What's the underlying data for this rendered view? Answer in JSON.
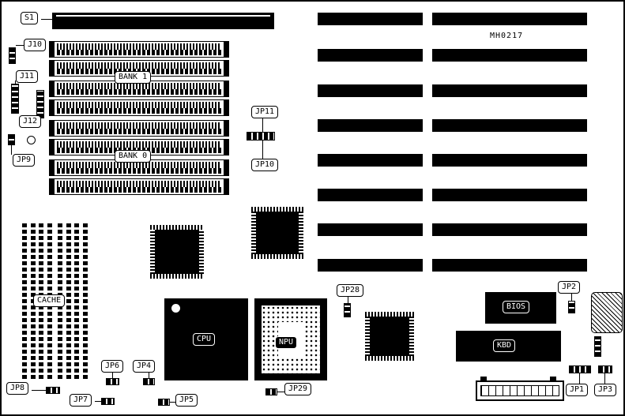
{
  "board": {
    "part_number": "MH0217",
    "colors": {
      "ink": "#000000",
      "background": "#ffffff"
    }
  },
  "labels": {
    "s1": "S1",
    "j10": "J10",
    "j11": "J11",
    "j12": "J12",
    "jp9": "JP9",
    "bank1": "BANK 1",
    "bank0": "BANK 0",
    "jp11": "JP11",
    "jp10": "JP10",
    "cache": "CACHE",
    "cpu": "CPU",
    "npu": "NPU",
    "jp28": "JP28",
    "bios": "BIOS",
    "kbd": "KBD",
    "jp2": "JP2",
    "jp8": "JP8",
    "jp7": "JP7",
    "jp6": "JP6",
    "jp4": "JP4",
    "jp5": "JP5",
    "jp29": "JP29",
    "jp1": "JP1",
    "jp3": "JP3"
  }
}
